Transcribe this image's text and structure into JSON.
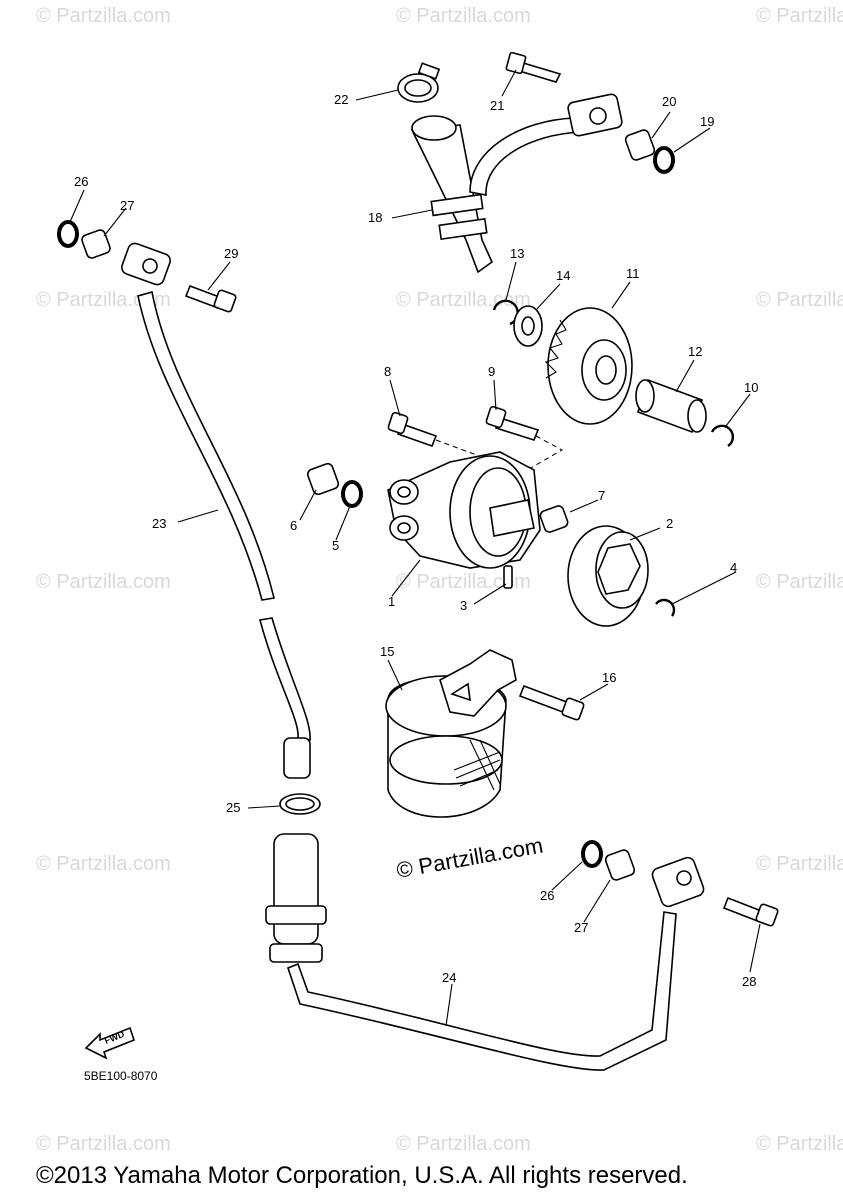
{
  "watermark": "© Partzilla.com",
  "center_watermark": "© Partzilla.com",
  "fwd_label": "FWD",
  "diagram_code": "5BE100-8070",
  "copyright": "©2013 Yamaha Motor Corporation, U.S.A. All rights reserved.",
  "callouts": [
    {
      "id": "1",
      "label": "1"
    },
    {
      "id": "2",
      "label": "2"
    },
    {
      "id": "3",
      "label": "3"
    },
    {
      "id": "4",
      "label": "4"
    },
    {
      "id": "5",
      "label": "5"
    },
    {
      "id": "6",
      "label": "6"
    },
    {
      "id": "7",
      "label": "7"
    },
    {
      "id": "8",
      "label": "8"
    },
    {
      "id": "9",
      "label": "9"
    },
    {
      "id": "10",
      "label": "10"
    },
    {
      "id": "11",
      "label": "11"
    },
    {
      "id": "12",
      "label": "12"
    },
    {
      "id": "13",
      "label": "13"
    },
    {
      "id": "14",
      "label": "14"
    },
    {
      "id": "15",
      "label": "15"
    },
    {
      "id": "16",
      "label": "16"
    },
    {
      "id": "18",
      "label": "18"
    },
    {
      "id": "19",
      "label": "19"
    },
    {
      "id": "20",
      "label": "20"
    },
    {
      "id": "21",
      "label": "21"
    },
    {
      "id": "22",
      "label": "22"
    },
    {
      "id": "23",
      "label": "23"
    },
    {
      "id": "24",
      "label": "24"
    },
    {
      "id": "25",
      "label": "25"
    },
    {
      "id": "26a",
      "label": "26"
    },
    {
      "id": "27a",
      "label": "27"
    },
    {
      "id": "29",
      "label": "29"
    },
    {
      "id": "26b",
      "label": "26"
    },
    {
      "id": "27b",
      "label": "27"
    },
    {
      "id": "28",
      "label": "28"
    }
  ]
}
